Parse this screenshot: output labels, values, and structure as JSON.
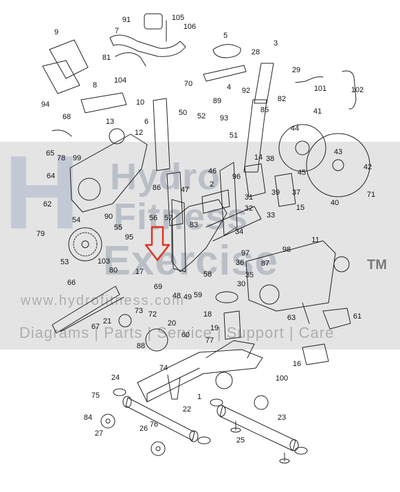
{
  "watermark": {
    "logo": "H",
    "brand_line1": "Hydro",
    "brand_line2": "Fitness",
    "brand_line3": "Exercise",
    "trademark": "TM",
    "url": "www.hydrofitness.com",
    "tagline": "Diagrams | Parts | Service | Support | Care"
  },
  "highlight": {
    "color": "#e0301e",
    "marks_part": "69"
  },
  "part_labels": [
    "1",
    "2",
    "3",
    "4",
    "5",
    "6",
    "7",
    "8",
    "9",
    "10",
    "11",
    "12",
    "13",
    "14",
    "15",
    "16",
    "17",
    "18",
    "19",
    "20",
    "21",
    "22",
    "23",
    "24",
    "25",
    "26",
    "27",
    "28",
    "29",
    "30",
    "31",
    "32",
    "33",
    "34",
    "35",
    "36",
    "37",
    "38",
    "39",
    "40",
    "41",
    "42",
    "43",
    "44",
    "45",
    "46",
    "47",
    "48",
    "49",
    "50",
    "51",
    "52",
    "53",
    "54",
    "55",
    "56",
    "57",
    "58",
    "59",
    "60",
    "61",
    "62",
    "63",
    "64",
    "65",
    "66",
    "67",
    "68",
    "69",
    "70",
    "71",
    "72",
    "73",
    "74",
    "75",
    "76",
    "77",
    "78",
    "79",
    "80",
    "81",
    "82",
    "83",
    "84",
    "85",
    "86",
    "87",
    "88",
    "89",
    "90",
    "91",
    "92",
    "93",
    "94",
    "95",
    "96",
    "97",
    "98",
    "99",
    "100",
    "101",
    "102",
    "103",
    "104",
    "105",
    "106"
  ]
}
